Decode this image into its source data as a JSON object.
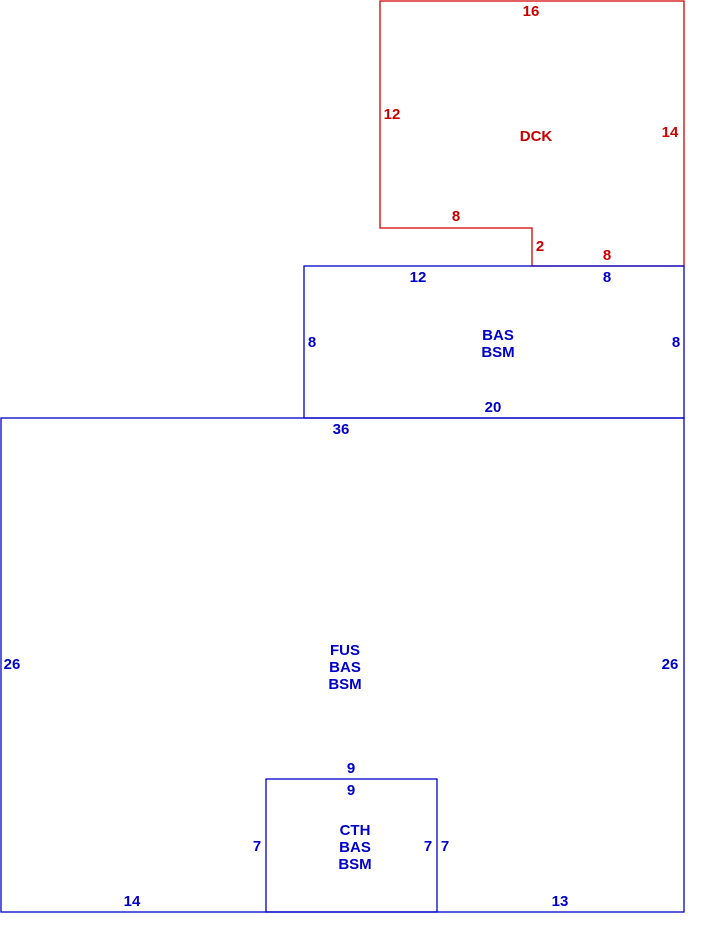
{
  "colors": {
    "living": "#0000c8",
    "deck": "#c80000"
  },
  "areas": {
    "deck": {
      "code": "DCK"
    },
    "upper_bas": {
      "line1": "BAS",
      "line2": "BSM"
    },
    "main": {
      "line1": "FUS",
      "line2": "BAS",
      "line3": "BSM"
    },
    "bottom": {
      "line1": "CTH",
      "line2": "BAS",
      "line3": "BSM"
    }
  },
  "dimensions": {
    "deck_top": "16",
    "deck_left": "12",
    "deck_right": "14",
    "deck_step_horizontal": "8",
    "deck_step_vertical": "2",
    "deck_bottom_right": "8",
    "upper_top_left": "12",
    "upper_top_right": "8",
    "upper_left": "8",
    "upper_right": "8",
    "upper_bottom": "20",
    "main_top": "36",
    "main_left": "26",
    "main_right": "26",
    "main_bottom_left": "14",
    "main_bottom_right": "13",
    "bottom_top_outer": "9",
    "bottom_top_inner": "9",
    "bottom_left": "7",
    "bottom_right_inner": "7",
    "bottom_right_outer": "7"
  }
}
